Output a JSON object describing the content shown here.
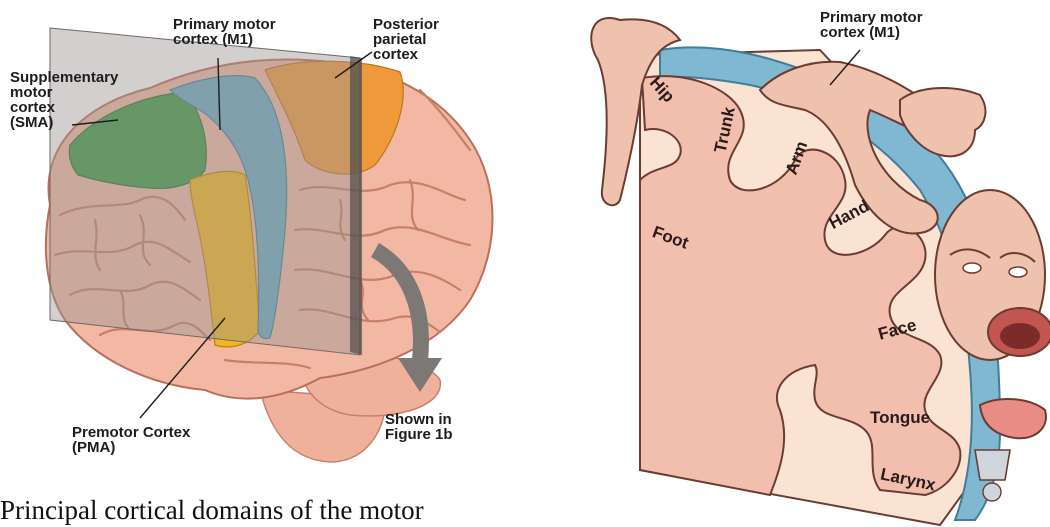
{
  "figure_a": {
    "labels": {
      "m1": "Primary motor\ncortex (M1)",
      "ppc": "Posterior\nparietal\ncortex",
      "sma": "Supplementary\nmotor\ncortex\n(SMA)",
      "pma": "Premotor Cortex\n(PMA)",
      "shown": "Shown in\nFigure 1b"
    },
    "colors": {
      "brain": "#f2b8a4",
      "sulcus": "#c77f6b",
      "m1": "#6aa9c2",
      "sma": "#3f9a44",
      "pma": "#f2b51f",
      "ppc": "#ef9a3a",
      "plane": "#9b9592",
      "arrow": "#7c7875"
    }
  },
  "figure_b": {
    "labels": {
      "m1": "Primary motor\ncortex (M1)"
    },
    "body_parts": [
      "Hip",
      "Trunk",
      "Arm",
      "Hand",
      "Foot",
      "Face",
      "Tongue",
      "Larynx"
    ],
    "colors": {
      "section": "#fbe3d4",
      "gyri": "#f2bfae",
      "cortex": "#7fb8d0",
      "homunculus": "#efc2ad",
      "outline": "#6a3c33"
    }
  },
  "caption": "Principal cortical domains of the motor"
}
